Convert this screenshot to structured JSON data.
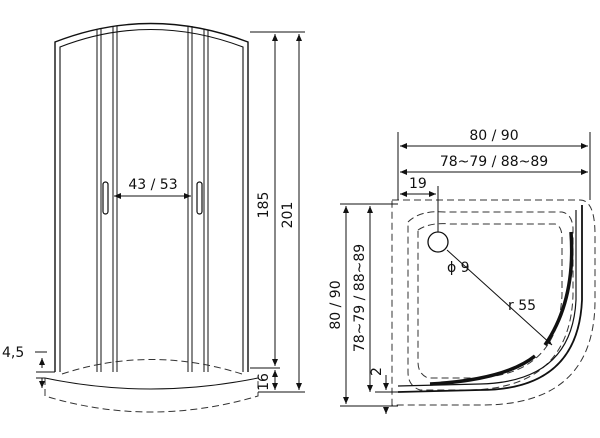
{
  "front_view": {
    "door_opening": "43 / 53",
    "glass_height": "185",
    "total_height": "201",
    "base_offset": "4,5",
    "tray_height": "16"
  },
  "plan_view": {
    "outer_size": "80 / 90",
    "inner_size": "78~79 / 88~89",
    "drain_offset": "19",
    "drain_diameter": "ϕ 9",
    "radius": "r 55",
    "depth_outer": "80 / 90",
    "depth_inner": "78~79 / 88~89",
    "rim_height": "2"
  }
}
